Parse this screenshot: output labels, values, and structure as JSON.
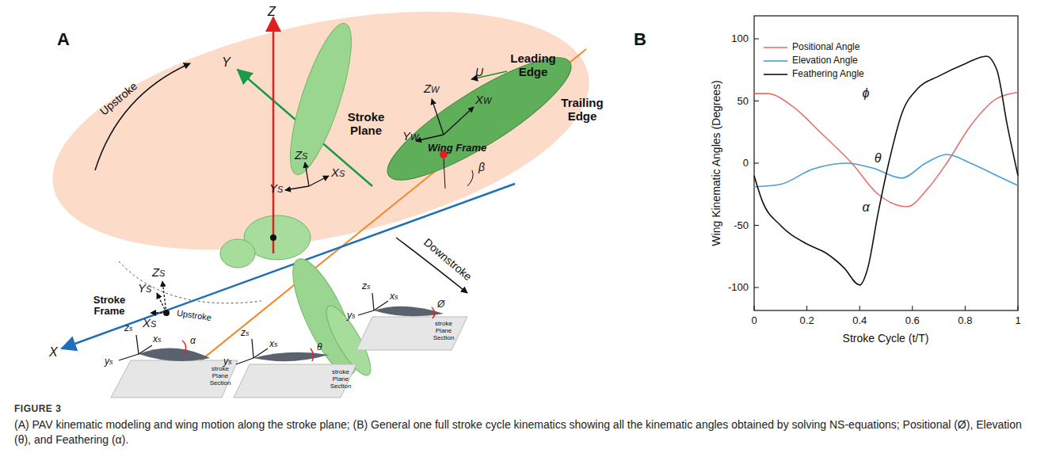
{
  "diagram": {
    "title": "FIGURE 3",
    "caption": "(A) PAV kinematic modeling and wing motion along the stroke plane; (B) General one full stroke cycle kinematics showing all the kinematic angles obtained by solving NS-equations; Positional (Ø), Elevation (θ), and Feathering (α).",
    "labels": [
      "A",
      "B",
      "Z",
      "Y",
      "X",
      "Leading Edge",
      "Trailing Edge",
      "U",
      "Stroke Plane",
      "Upstroke",
      "Downstroke",
      "Upstroke",
      "Wing Frame",
      "ZW",
      "XW",
      "YW",
      "ZS",
      "YS",
      "XS",
      "β",
      "ZS",
      "YS",
      "XS",
      "Stroke Frame",
      "zs",
      "xs",
      "ys",
      "stroke Plane Section",
      "α",
      "zs",
      "xs",
      "ys",
      "stroke Plane Section",
      "θ",
      "zs",
      "xs",
      "ys",
      "stroke Plane Section",
      "Ø",
      "ϕ",
      "θ",
      "α",
      "100",
      "50",
      "0",
      "-50",
      "-100",
      "0",
      "0.2",
      "0.4",
      "0.6",
      "0.8",
      "1",
      "Wing Kinematic Angles (Degrees)",
      "Stroke Cycle (t/T)"
    ],
    "legend": [
      {
        "text": "Positional Angle"
      },
      {
        "text": "Elevation Angle"
      },
      {
        "text": "Feathering Angle"
      }
    ]
  }
}
